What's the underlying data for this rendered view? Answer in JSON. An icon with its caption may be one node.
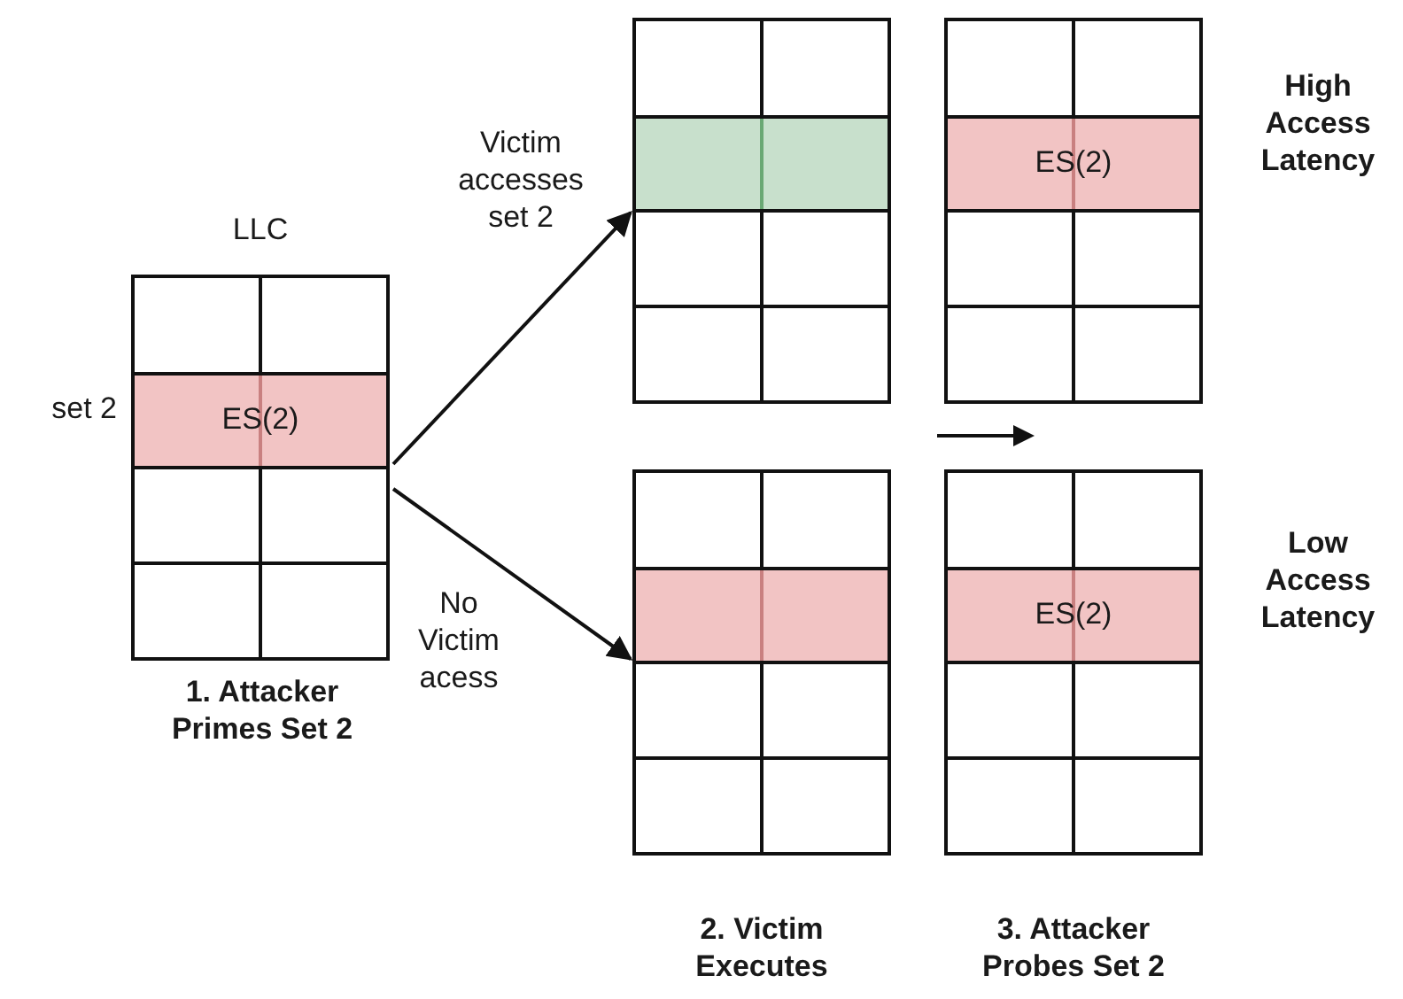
{
  "diagram": {
    "nodes": [
      {
        "text": [
          "LLC",
          "ES(2)"
        ],
        "beside": [
          "set 2",
          "1. Attacker Primes Set 2"
        ]
      },
      {
        "text": [],
        "shape": "box"
      },
      {
        "text": [
          "ES(2)"
        ],
        "beside": [
          "High Access Latency"
        ]
      },
      {
        "text": [],
        "shape": "box"
      },
      {
        "text": [
          "ES(2)"
        ],
        "beside": [
          "Low Access Latency"
        ]
      }
    ],
    "edges": [
      {
        "from": 0,
        "to": 1,
        "arrow": "to",
        "label": "Victim accesses set 2"
      },
      {
        "from": 0,
        "to": 3,
        "arrow": "to",
        "label": "No Victim acess"
      }
    ],
    "labels": [
      "2. Victim Executes",
      "3. Attacker Probes Set 2"
    ]
  }
}
